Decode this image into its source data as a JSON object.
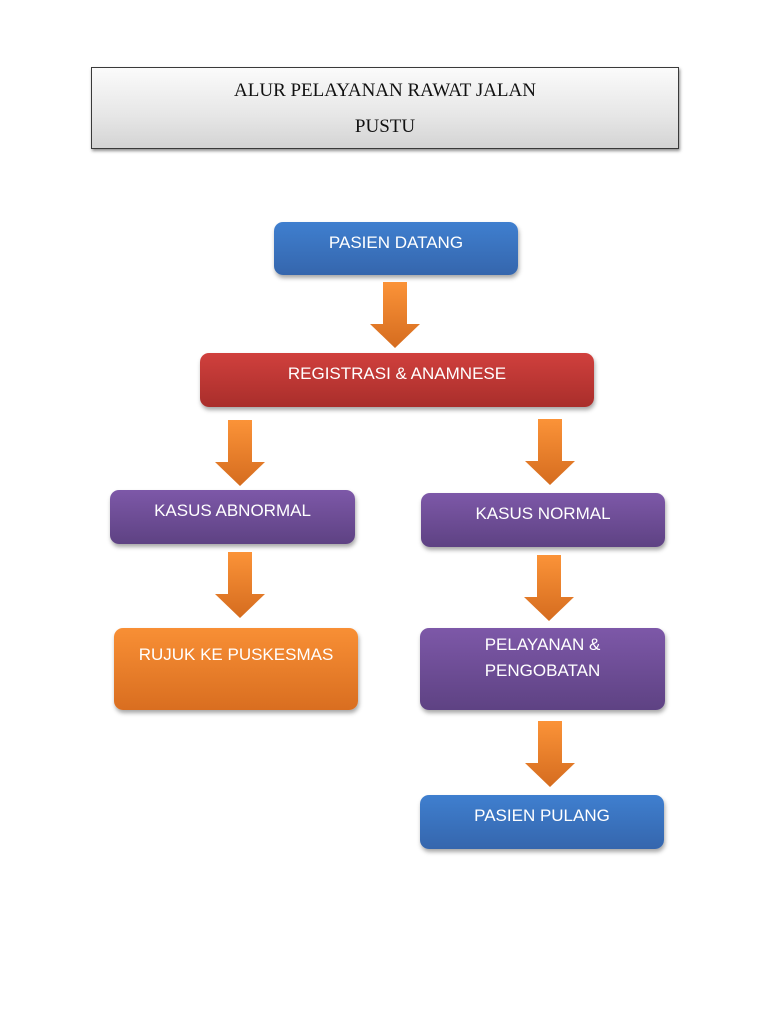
{
  "title": {
    "line1": "ALUR PELAYANAN RAWAT JALAN",
    "line2": "PUSTU"
  },
  "nodes": {
    "pasien_datang": "PASIEN DATANG",
    "registrasi": "REGISTRASI  & ANAMNESE",
    "kasus_abnormal": "KASUS ABNORMAL",
    "kasus_normal": "KASUS NORMAL",
    "rujuk": "RUJUK KE PUSKESMAS",
    "pelayanan_line1": "PELAYANAN &",
    "pelayanan_line2": "PENGOBATAN",
    "pasien_pulang": "PASIEN PULANG"
  },
  "colors": {
    "start_end": "#3a72c0",
    "registration": "#c03936",
    "case": "#6e4d96",
    "referral": "#ef7f2a",
    "arrow": "#f0862e"
  }
}
